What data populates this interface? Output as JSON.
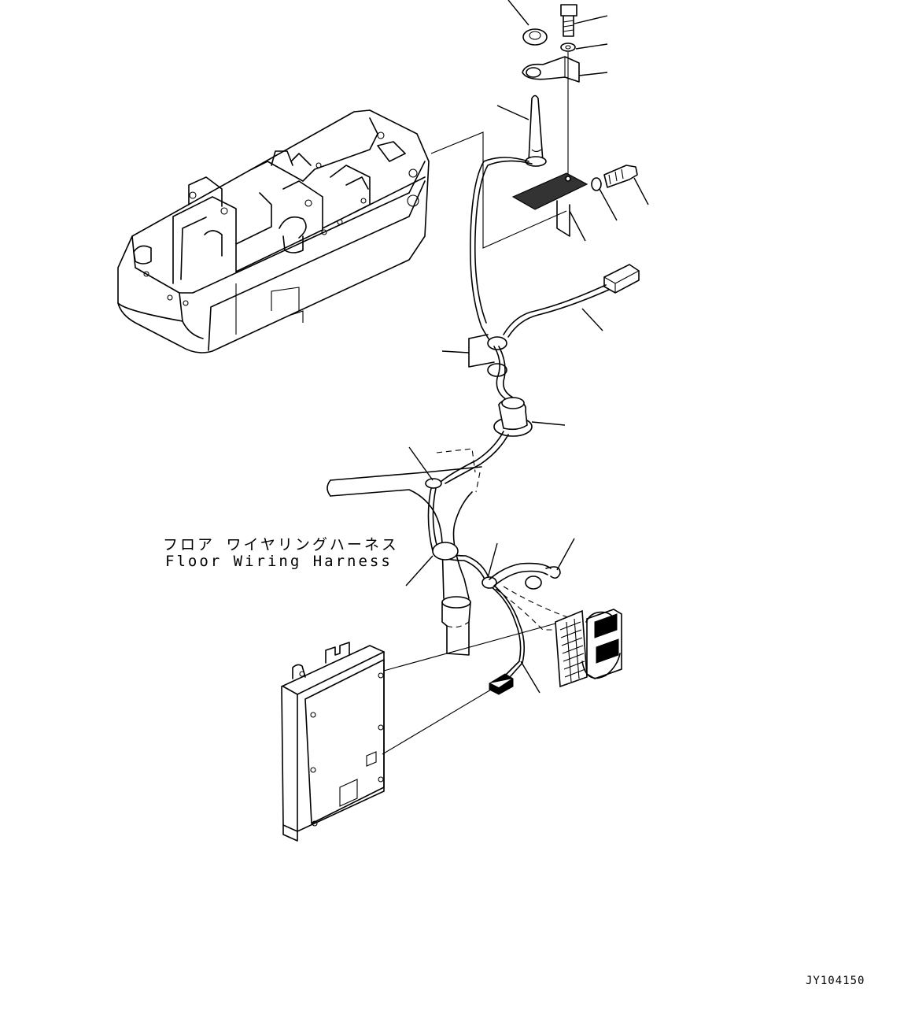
{
  "callouts": {
    "harness_label_jp": "フロア ワイヤリングハーネス",
    "harness_label_en": "Floor Wiring Harness"
  },
  "drawing_number": "JY104150"
}
